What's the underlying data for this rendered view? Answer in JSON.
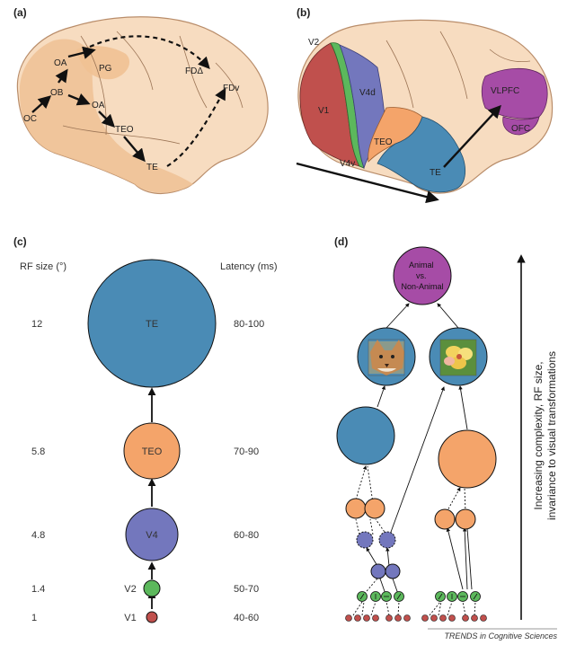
{
  "panels": {
    "a": {
      "label": "(a)",
      "regions": [
        "OC",
        "OB",
        "OA",
        "PG",
        "OA",
        "TEO",
        "TE",
        "FDΔ",
        "FDv"
      ]
    },
    "b": {
      "label": "(b)",
      "regions": [
        "V2",
        "V4d",
        "V1",
        "TEO",
        "V4v",
        "TE",
        "VLPFC",
        "OFC"
      ]
    },
    "c": {
      "label": "(c)",
      "rf_header": "RF size (°)",
      "latency_header": "Latency (ms)",
      "areas": [
        {
          "name": "TE",
          "rf": "12",
          "latency": "80-100",
          "color": "#4a8bb5"
        },
        {
          "name": "TEO",
          "rf": "5.8",
          "latency": "70-90",
          "color": "#f4a46a"
        },
        {
          "name": "V4",
          "rf": "4.8",
          "latency": "60-80",
          "color": "#7377bd"
        },
        {
          "name": "V2",
          "rf": "1.4",
          "latency": "50-70",
          "color": "#5cb85c"
        },
        {
          "name": "V1",
          "rf": "1",
          "latency": "40-60",
          "color": "#c0504d"
        }
      ]
    },
    "d": {
      "label": "(d)",
      "top_node": "Animal\nvs.\nNon-Animal",
      "axis_label_line1": "Increasing complexity, RF size,",
      "axis_label_line2": "invariance to visual transformations"
    }
  },
  "credit": "TRENDS in Cognitive Sciences",
  "colors": {
    "skin": "#f7dcc0",
    "skin_dark": "#efc194",
    "skin_outline": "#b98d6a",
    "te": "#4a8bb5",
    "teo": "#f4a46a",
    "v4": "#7377bd",
    "v2": "#5cb85c",
    "v1": "#c0504d",
    "vlpfc": "#a64ca6"
  }
}
